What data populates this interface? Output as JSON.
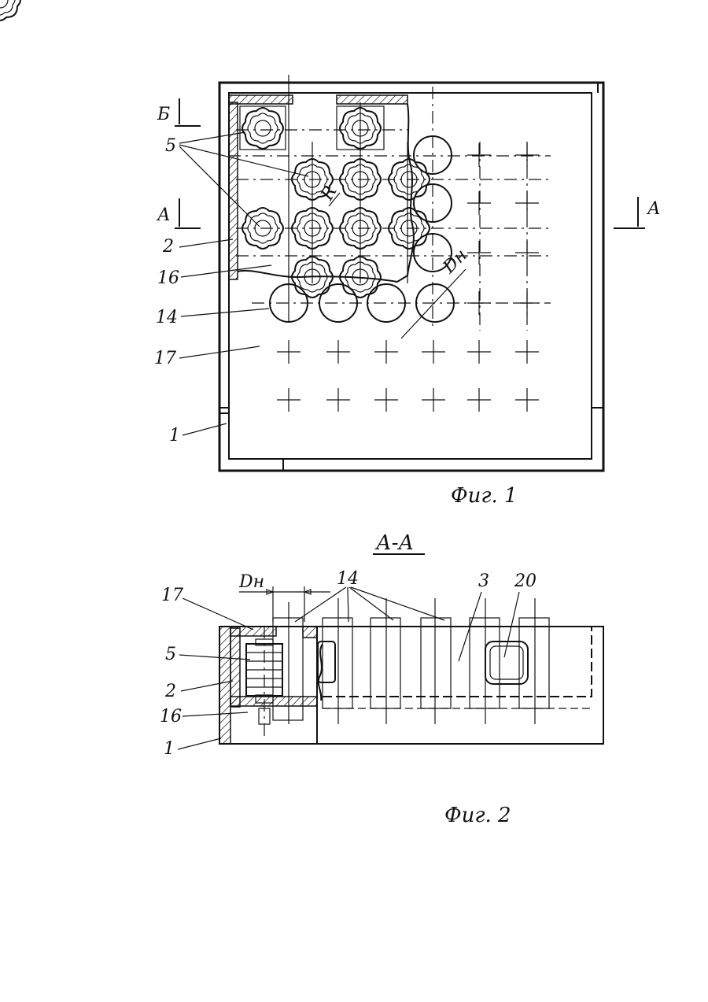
{
  "fig1": {
    "caption": "Фиг. 1",
    "section_labels": {
      "b": "Б",
      "a_left": "А",
      "a_right": "А"
    },
    "callouts": [
      "5",
      "2",
      "16",
      "14",
      "17",
      "1"
    ],
    "rounding_label": "R",
    "diameter_label": "Dн"
  },
  "fig2": {
    "section_title": "А-А",
    "caption": "Фиг. 2",
    "diameter_label": "Dн",
    "callouts_left": [
      "17",
      "5",
      "2",
      "16",
      "1"
    ],
    "callouts_top": [
      "14",
      "3",
      "20"
    ]
  }
}
